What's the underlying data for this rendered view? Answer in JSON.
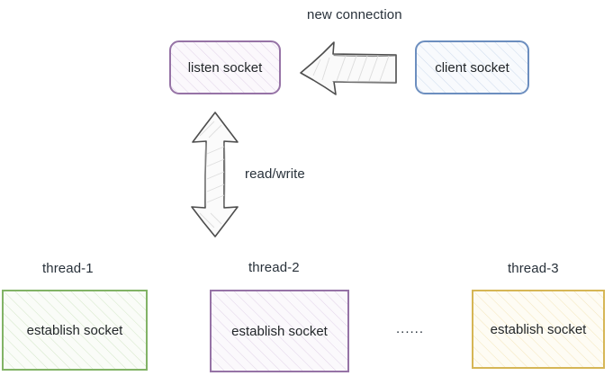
{
  "diagram": {
    "title_text": "new connection",
    "background_color": "#ffffff",
    "nodes": {
      "listen_socket": {
        "label": "listen socket",
        "border_color": "#9673a6",
        "fill_color": "#fbf8fc",
        "shape": "rounded-rectangle"
      },
      "client_socket": {
        "label": "client socket",
        "border_color": "#6c8ebf",
        "fill_color": "#f8fafd",
        "shape": "rounded-rectangle"
      },
      "thread_1_socket": {
        "label": "establish socket",
        "border_color": "#82b366",
        "fill_color": "#fafcf8",
        "shape": "rectangle"
      },
      "thread_2_socket": {
        "label": "establish socket",
        "border_color": "#9673a6",
        "fill_color": "#fbf9fc",
        "shape": "rectangle"
      },
      "thread_3_socket": {
        "label": "establish socket",
        "border_color": "#d6b656",
        "fill_color": "#fefcf4",
        "shape": "rectangle"
      }
    },
    "group_labels": {
      "thread_1": "thread-1",
      "thread_2": "thread-2",
      "thread_3": "thread-3"
    },
    "edges": {
      "new_connection": {
        "label": "new connection",
        "direction": "right-to-left",
        "style": "block-arrow",
        "stroke_color": "#4d4d4d"
      },
      "read_write": {
        "label": "read/write",
        "direction": "bidirectional-vertical",
        "style": "block-arrow",
        "stroke_color": "#4d4d4d"
      }
    },
    "ellipsis": "......"
  }
}
